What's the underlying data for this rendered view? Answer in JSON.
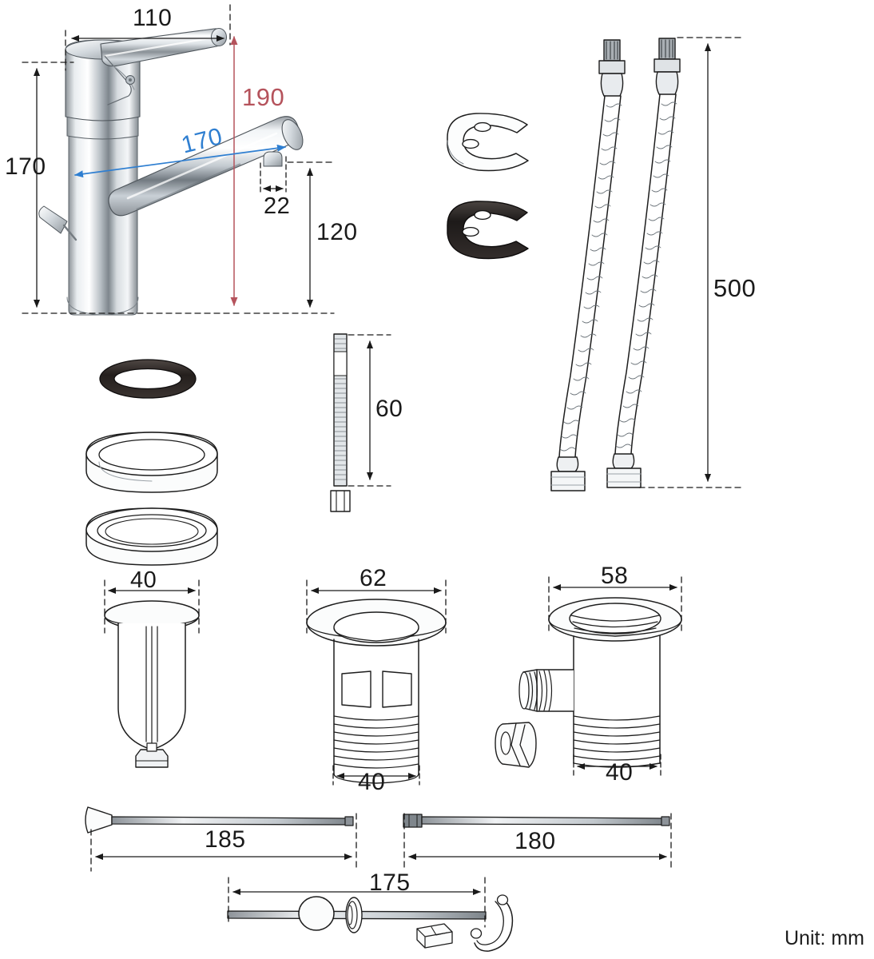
{
  "drawing": {
    "title": "Basin mixer faucet assembly dimensioned drawing",
    "unit_note": "Unit:  mm",
    "background_color": "#ffffff",
    "line_color": "#1a1a1a",
    "accent_colors": {
      "height_total": "#b5535c",
      "spout_reach": "#2f7fd1",
      "default": "#1a1a1a"
    }
  },
  "dimensions": {
    "handle_length": "110",
    "body_height": "170",
    "total_height": "190",
    "spout_reach": "170",
    "aerator_offset": "22",
    "spout_height": "120",
    "hose_length": "500",
    "cartridge_length": "60",
    "stopper_cap_dia": "40",
    "drain_flange_dia": "62",
    "drain_body_dia": "40",
    "waste_flange_dia": "58",
    "waste_body_dia": "40",
    "lift_rod_length": "185",
    "pull_rod_length": "180",
    "pivot_rod_length": "175"
  },
  "parts": [
    {
      "id": "faucet",
      "name": "single-lever basin mixer faucet"
    },
    {
      "id": "mount-plate",
      "name": "chrome C-shaped mounting plate"
    },
    {
      "id": "rubber-gasket-c",
      "name": "black rubber C-shaped gasket"
    },
    {
      "id": "braided-hose-1",
      "name": "braided flexible supply hose"
    },
    {
      "id": "braided-hose-2",
      "name": "braided flexible supply hose"
    },
    {
      "id": "o-ring",
      "name": "black rubber O-ring"
    },
    {
      "id": "washer-upper",
      "name": "plastic washer ring"
    },
    {
      "id": "washer-lower",
      "name": "plastic washer ring"
    },
    {
      "id": "threaded-rod",
      "name": "threaded stud with nut"
    },
    {
      "id": "pop-up-stopper",
      "name": "pop-up drain stopper"
    },
    {
      "id": "drain-body",
      "name": "pop-up drain body with slots"
    },
    {
      "id": "waste-fitting",
      "name": "drain waste fitting with side inlet"
    },
    {
      "id": "small-clip",
      "name": "small retaining clip"
    },
    {
      "id": "lift-rod",
      "name": "lift rod with knob end"
    },
    {
      "id": "pull-rod",
      "name": "pull rod with ferrule"
    },
    {
      "id": "pivot-rod",
      "name": "pivot rod with ball, spring and clevis hook"
    },
    {
      "id": "clevis-strap",
      "name": "clevis strap bracket"
    },
    {
      "id": "spring-clip",
      "name": "spring clip fastener"
    }
  ]
}
